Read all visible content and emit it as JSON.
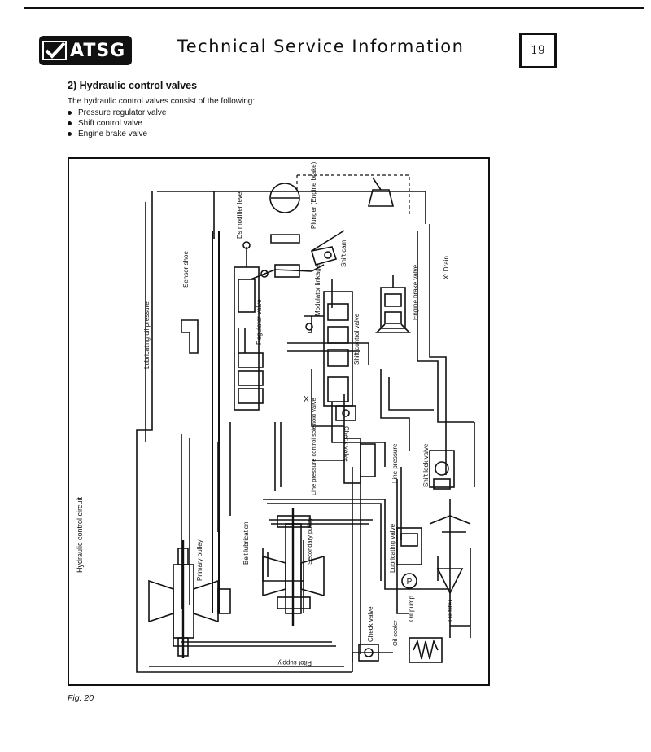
{
  "header": {
    "logo_text": "ATSG",
    "title": "Technical Service Information",
    "page_number": "19"
  },
  "section": {
    "heading": "2)   Hydraulic control valves",
    "intro": "The hydraulic control valves consist of the following:",
    "bullets": [
      "Pressure regulator valve",
      "Shift control valve",
      "Engine brake valve"
    ]
  },
  "diagram": {
    "title": "Hydraulic control circuit",
    "labels": {
      "lubricating_oil_pressure": "Lubricating oil pressure",
      "sensor_shoe": "Sensor shoe",
      "regulator_valve": "Regulator valve",
      "ds_modifier_lever": "Ds modifier lever",
      "plunger": "Plunger (Engine brake)",
      "shift_cam": "Shift cam",
      "modulator_linkage": "Modulator linkage",
      "shift_control_valve": "Shift control valve",
      "check_valve_top": "Check valve",
      "engine_brake_valve": "Engine brake valve",
      "drain": "X:  Drain",
      "line_pressure_solenoid": "Line pressure control solenoid valve",
      "line_pressure": "Line pressure",
      "shift_lock_valve": "Shift lock valve",
      "belt_lubrication": "Belt lubrication",
      "primary_pulley": "Primary pulley",
      "secondary_pulley": "Secondary pulley",
      "lubricating_valve": "Lubricating valve",
      "oil_pump": "Oil pump",
      "oil_filter": "Oil filter",
      "check_valve_bottom": "Check valve",
      "oil_cooler": "Oil cooler",
      "pitot_supply": "Pitot supply",
      "pump_symbol": "P",
      "drain_symbol": "X"
    }
  },
  "figure_caption": "Fig. 20"
}
